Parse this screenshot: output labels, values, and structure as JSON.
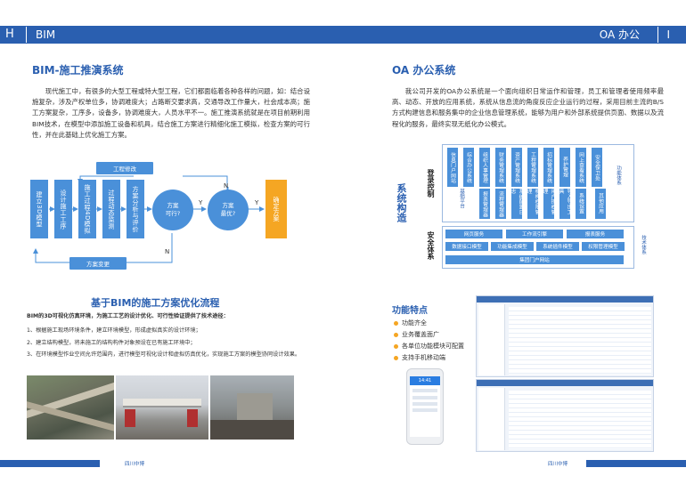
{
  "header": {
    "left_letter": "H",
    "left_title": "BIM",
    "right_title": "OA 办公",
    "right_letter": "I"
  },
  "bim": {
    "title": "BIM-施工推演系统",
    "para": "现代施工中，有很多的大型工程或特大型工程，它们都面临着各种各样的问题，如：结合设施复杂，涉及产权单位多，协调难度大；占路断交要求高，交通导改工作量大，社会成本高；施工方案复杂，工序多，设备多，协调难度大，人员水平不一。施工推演系统就是在项目前期利用BIM技术，在模型中添加施工设备和机具，结合施工方案进行精细化施工模拟，检查方案的可行性，并在此基础上优化施工方案。",
    "flow": {
      "modify_label": "工程修改",
      "change_label": "方案变更",
      "steps": [
        "建立3D模型",
        "设计施工工序",
        "施工过程4D模拟",
        "过程动态监测",
        "方案分析与评价"
      ],
      "feasible": "方案\n可行?",
      "optimal": "方案\n最优?",
      "final": "确定方案",
      "yes": "Y",
      "no": "N"
    },
    "opt_title": "基于BIM的施工方案优化流程",
    "opt_intro": "BIM的3D可视化仿真环境，为施工工艺的设计优化、可行性验证提供了技术途径：",
    "opt_items": [
      "1、根据施工现场环境条件，建立环境模型，形成虚拟真实的设计环境；",
      "2、建立结构模型，将未施工的结构构件对象预设在已有施工环境中；",
      "3、在环境模型作业空间允许范围内，进行模型可视化设计和虚拟仿真优化，实现施工方案的模型协同设计效果。"
    ]
  },
  "oa": {
    "title": "OA 办公系统",
    "para": "我公司开发的OA办公系统是一个面向组织日常运作和管理，员工和管理者使用频率最高、动态、开放的应用系统，系统从信息流的角度反应企业运行的过程，采用目前主流的B/S方式构建信息和服务集中的企业信息管理系统，能够为用户和外部系统提供页面、数据以及流程化的服务，最终实现无纸化办公模式。",
    "arch": {
      "left_label1": "登录控制",
      "left_label2": "系统构造",
      "left_label3": "安全体系",
      "mid_label": "基础平台",
      "top_cols": [
        "信息门户网站",
        "综合办公系统",
        "组织人事管理",
        "财务管理系统",
        "资产管理系统",
        "工程管理系统",
        "招标管理系统",
        "养护管理",
        "网上查看系统",
        "安全保卫处"
      ],
      "func_label": "功能体系",
      "bottom_cols": [
        "报表管理器",
        "流程管理器",
        "系统配置日志",
        "机构权限管理",
        "用户授权管理",
        "导入导出工具",
        "系统设置"
      ],
      "misc_col": "其他应用",
      "tech_label": "技术体系",
      "row1": [
        "网页服务",
        "工作流引擎",
        "报表服务"
      ],
      "row2": [
        "数据接口模型",
        "功能集成模型",
        "系统插件模型",
        "权限管理模型"
      ],
      "row3": "集团门户网站"
    },
    "features_title": "功能特点",
    "features": [
      "功能齐全",
      "业务覆盖面广",
      "各单位功能模块可配置",
      "支持手机移动端"
    ],
    "phone_time": "14:41"
  },
  "footer": {
    "left": "四川中博",
    "right": "四川中博"
  },
  "colors": {
    "primary": "#2a5fb0",
    "box": "#4a90d9",
    "accent": "#f5a623"
  }
}
